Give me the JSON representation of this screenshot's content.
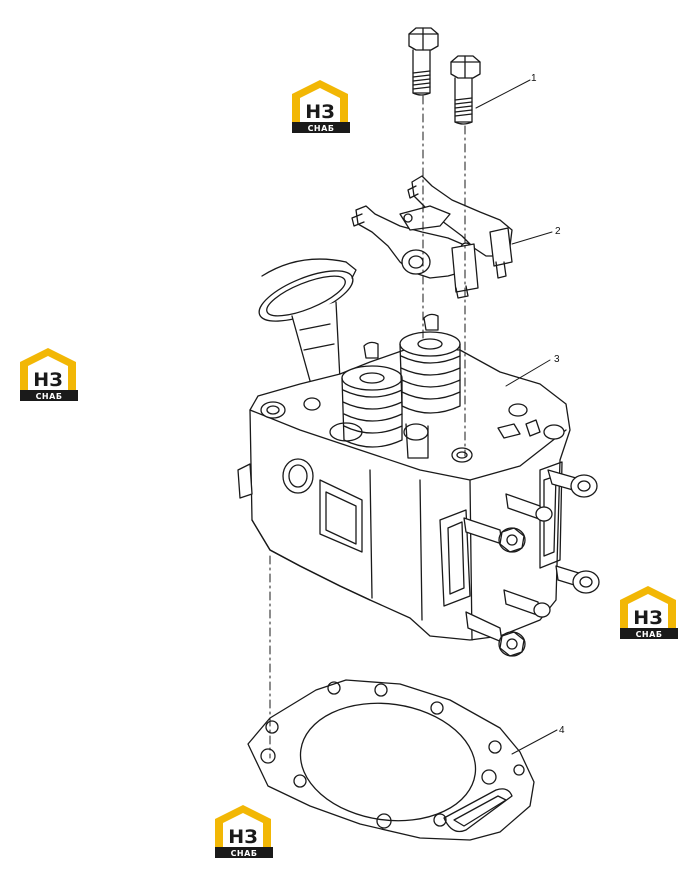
{
  "callouts": [
    {
      "id": "1",
      "label": "1",
      "part": "bolt"
    },
    {
      "id": "2",
      "label": "2",
      "part": "rocker-arm-assembly"
    },
    {
      "id": "3",
      "label": "3",
      "part": "cylinder-head"
    },
    {
      "id": "4",
      "label": "4",
      "part": "head-gasket"
    }
  ],
  "logo": {
    "mark_text": "НЗ",
    "sub_text": "СНАБ",
    "accent_color": "#f2b705",
    "dark_color": "#1a1a1a"
  },
  "line_color": "#1a1a1a"
}
